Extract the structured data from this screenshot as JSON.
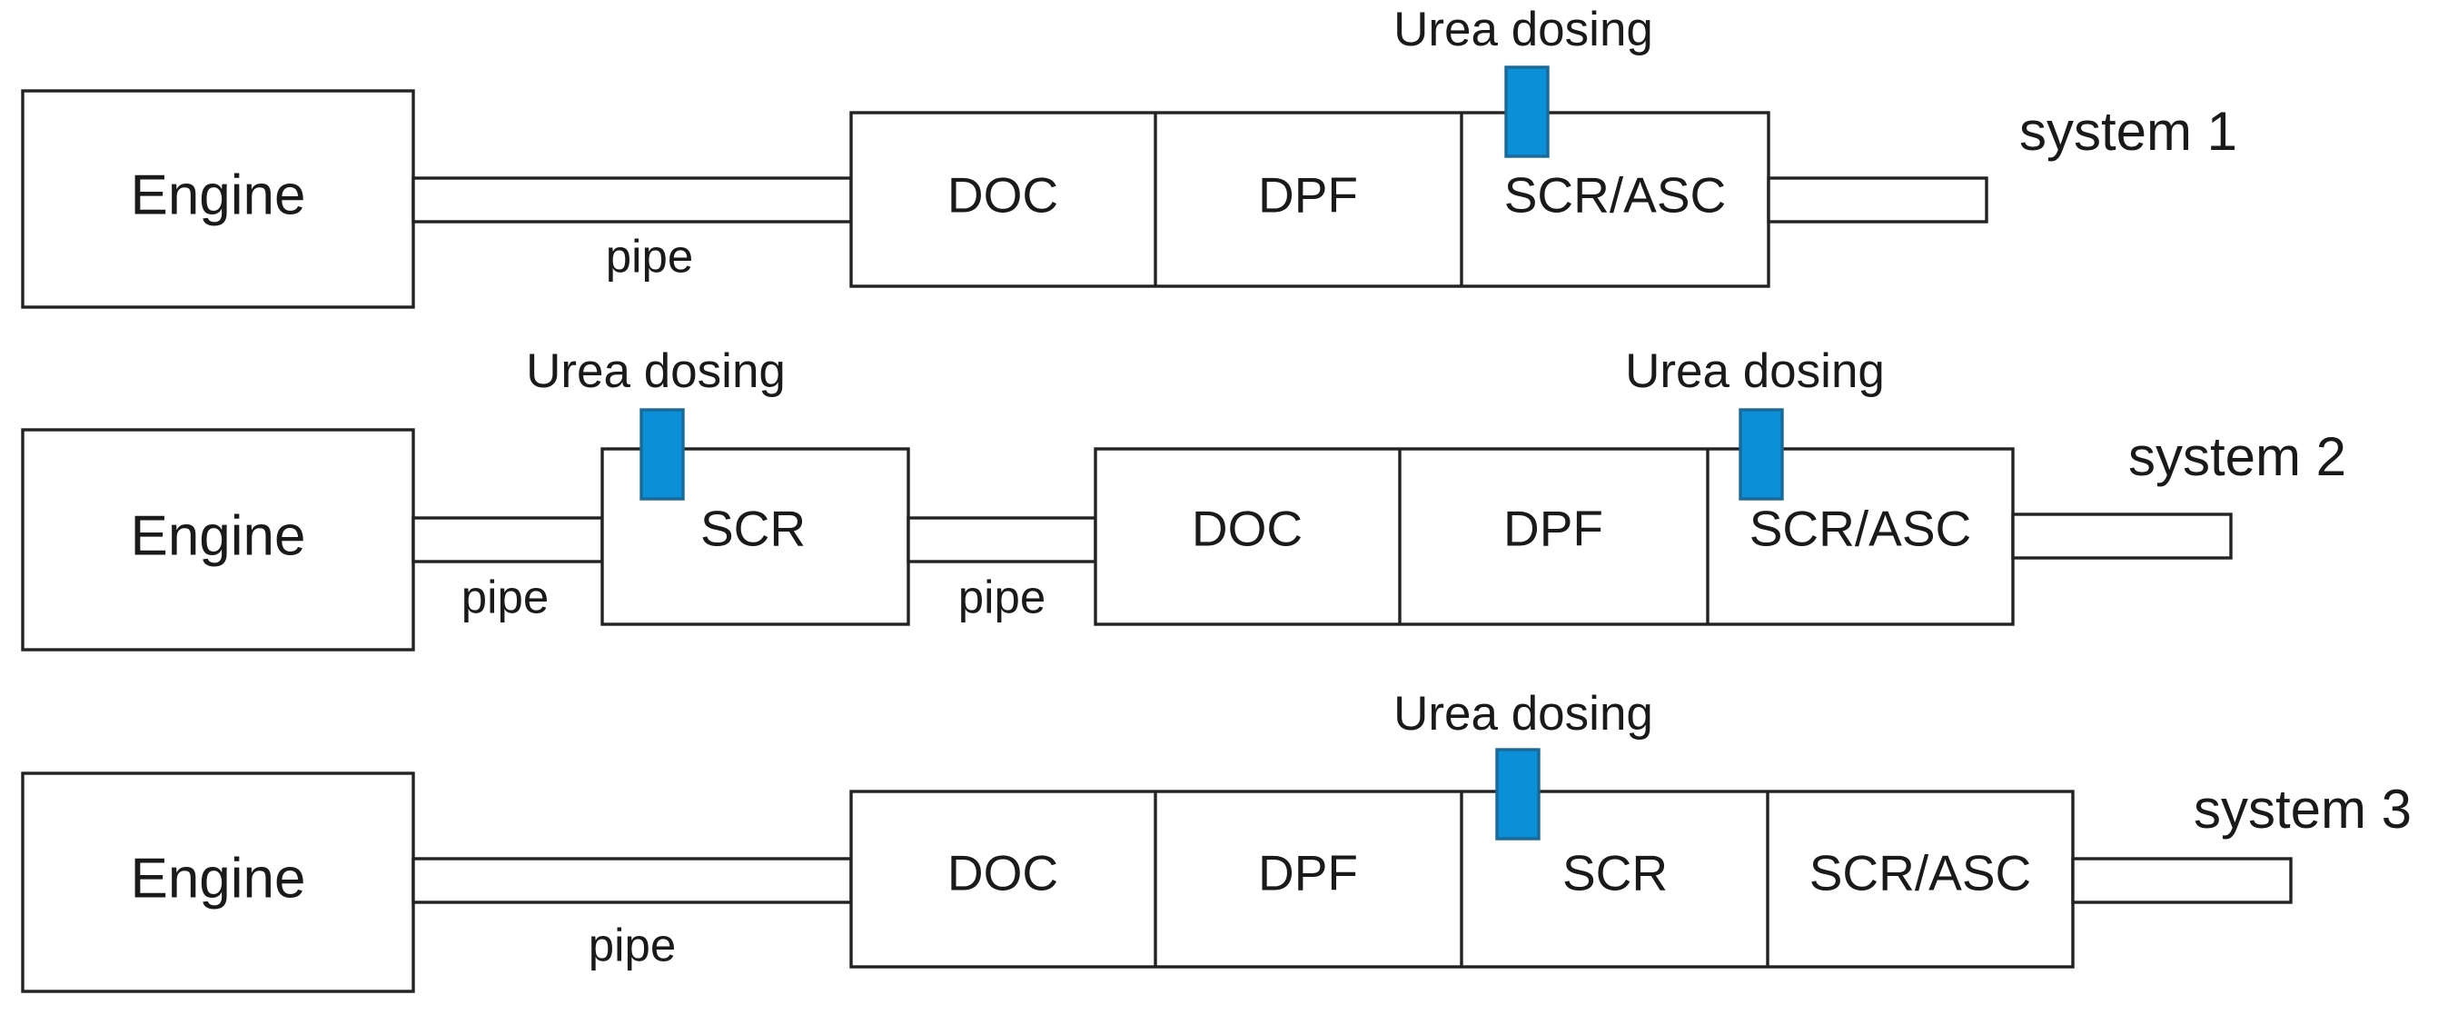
{
  "colors": {
    "urea_doser": "#0b8fd6",
    "line": "#222222",
    "background": "#ffffff"
  },
  "systems": [
    {
      "label": "system 1",
      "engine": "Engine",
      "pipes": [
        "pipe"
      ],
      "urea_label": "Urea dosing",
      "stages": [
        "DOC",
        "DPF",
        "SCR/ASC"
      ]
    },
    {
      "label": "system 2",
      "engine": "Engine",
      "pipes": [
        "pipe",
        "pipe"
      ],
      "front_stage": "SCR",
      "urea_labels": [
        "Urea dosing",
        "Urea dosing"
      ],
      "stages": [
        "DOC",
        "DPF",
        "SCR/ASC"
      ]
    },
    {
      "label": "system 3",
      "engine": "Engine",
      "pipes": [
        "pipe"
      ],
      "urea_label": "Urea dosing",
      "stages": [
        "DOC",
        "DPF",
        "SCR",
        "SCR/ASC"
      ]
    }
  ]
}
